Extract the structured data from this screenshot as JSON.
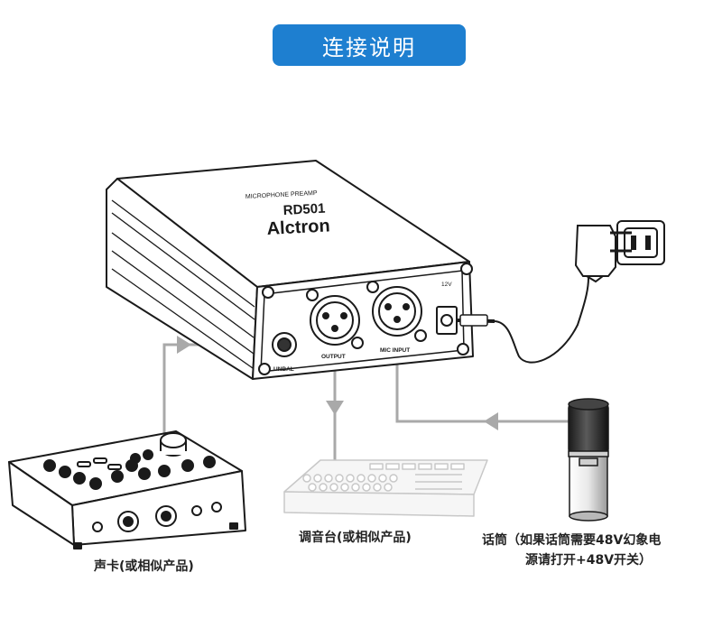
{
  "header": {
    "title": "连接说明"
  },
  "device": {
    "brand": "Alctron",
    "model": "RD501",
    "subtitle": "MICROPHONE PREAMP",
    "port_unbal": "UNBAL",
    "port_output": "OUTPUT",
    "port_mic_input": "MIC INPUT",
    "power_label": "12V"
  },
  "labels": {
    "sound_card": "声卡(或相似产品)",
    "mixer": "调音台(或相似产品)",
    "microphone_line1": "话筒（如果话筒需要48V幻象电",
    "microphone_line2": "源请打开+48V开关）"
  },
  "colors": {
    "title_bg": "#1e7fd0",
    "connector_lines": "#a9a9a9",
    "outline": "#1a1a1a"
  }
}
